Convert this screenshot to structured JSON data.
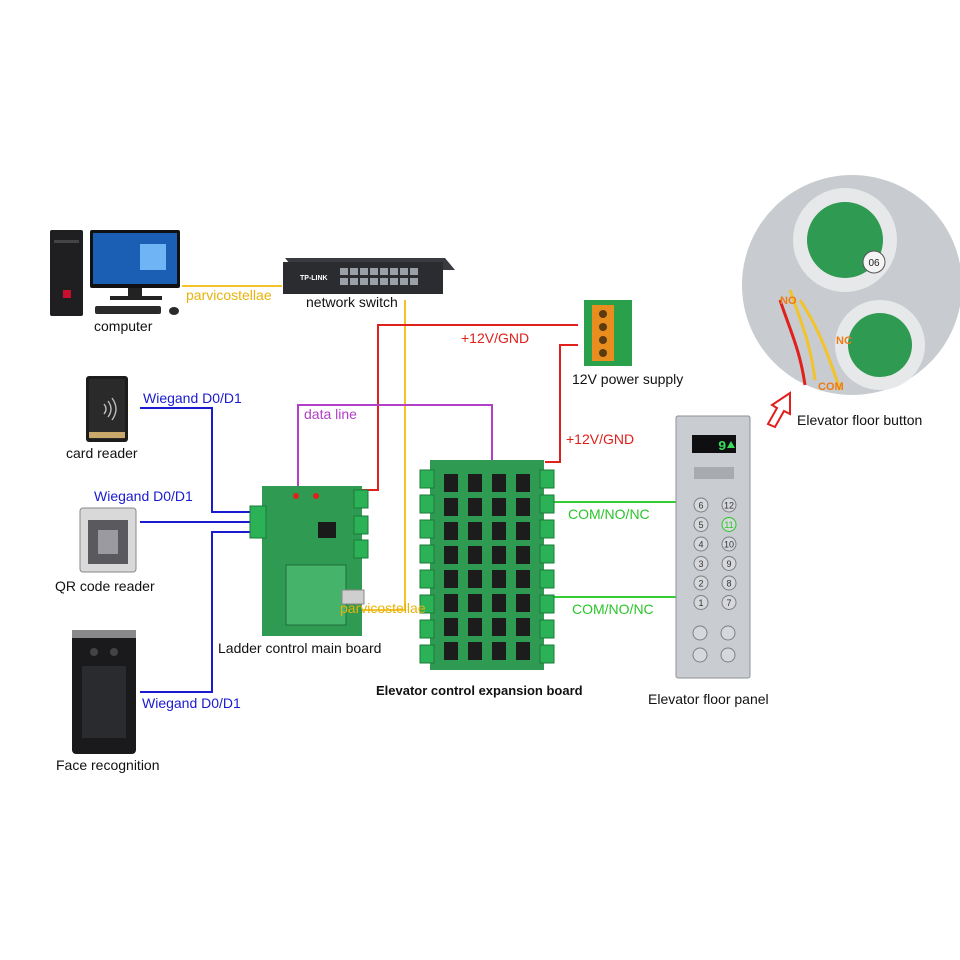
{
  "colors": {
    "ethernet": "#f2c32a",
    "power": "#e0201b",
    "wiegand": "#1a1ad0",
    "data_line": "#b23fc7",
    "relay": "#33cc33",
    "board_green": "#2e9a52",
    "terminal_green": "#2bb257",
    "panel_silver": "#c9ccd0"
  },
  "devices": {
    "computer": "computer",
    "network_switch": "network switch",
    "power_supply": "12V power supply",
    "card_reader": "card reader",
    "qr_reader": "QR code reader",
    "face_recognition": "Face recognition",
    "main_board": "Ladder control main board",
    "expansion_board": "Elevator control expansion board",
    "floor_panel": "Elevator floor panel",
    "floor_button": "Elevator floor button"
  },
  "wires": {
    "eth_1": "parvicostellae",
    "eth_2": "parvicostellae",
    "power_1": "+12V/GND",
    "power_2": "+12V/GND",
    "data": "data line",
    "wiegand_1": "Wiegand D0/D1",
    "wiegand_2": "Wiegand D0/D1",
    "wiegand_3": "Wiegand D0/D1",
    "relay_1": "COM/NO/NC",
    "relay_2": "COM/NO/NC"
  },
  "button_terminals": {
    "no": "NO",
    "nc": "NC",
    "com": "COM"
  },
  "switch_brand": "TP-LINK",
  "panel_display": "9",
  "panel_buttons": [
    "6",
    "12",
    "5",
    "11",
    "4",
    "10",
    "3",
    "9",
    "2",
    "8",
    "1",
    "7"
  ],
  "button_badge": "06"
}
